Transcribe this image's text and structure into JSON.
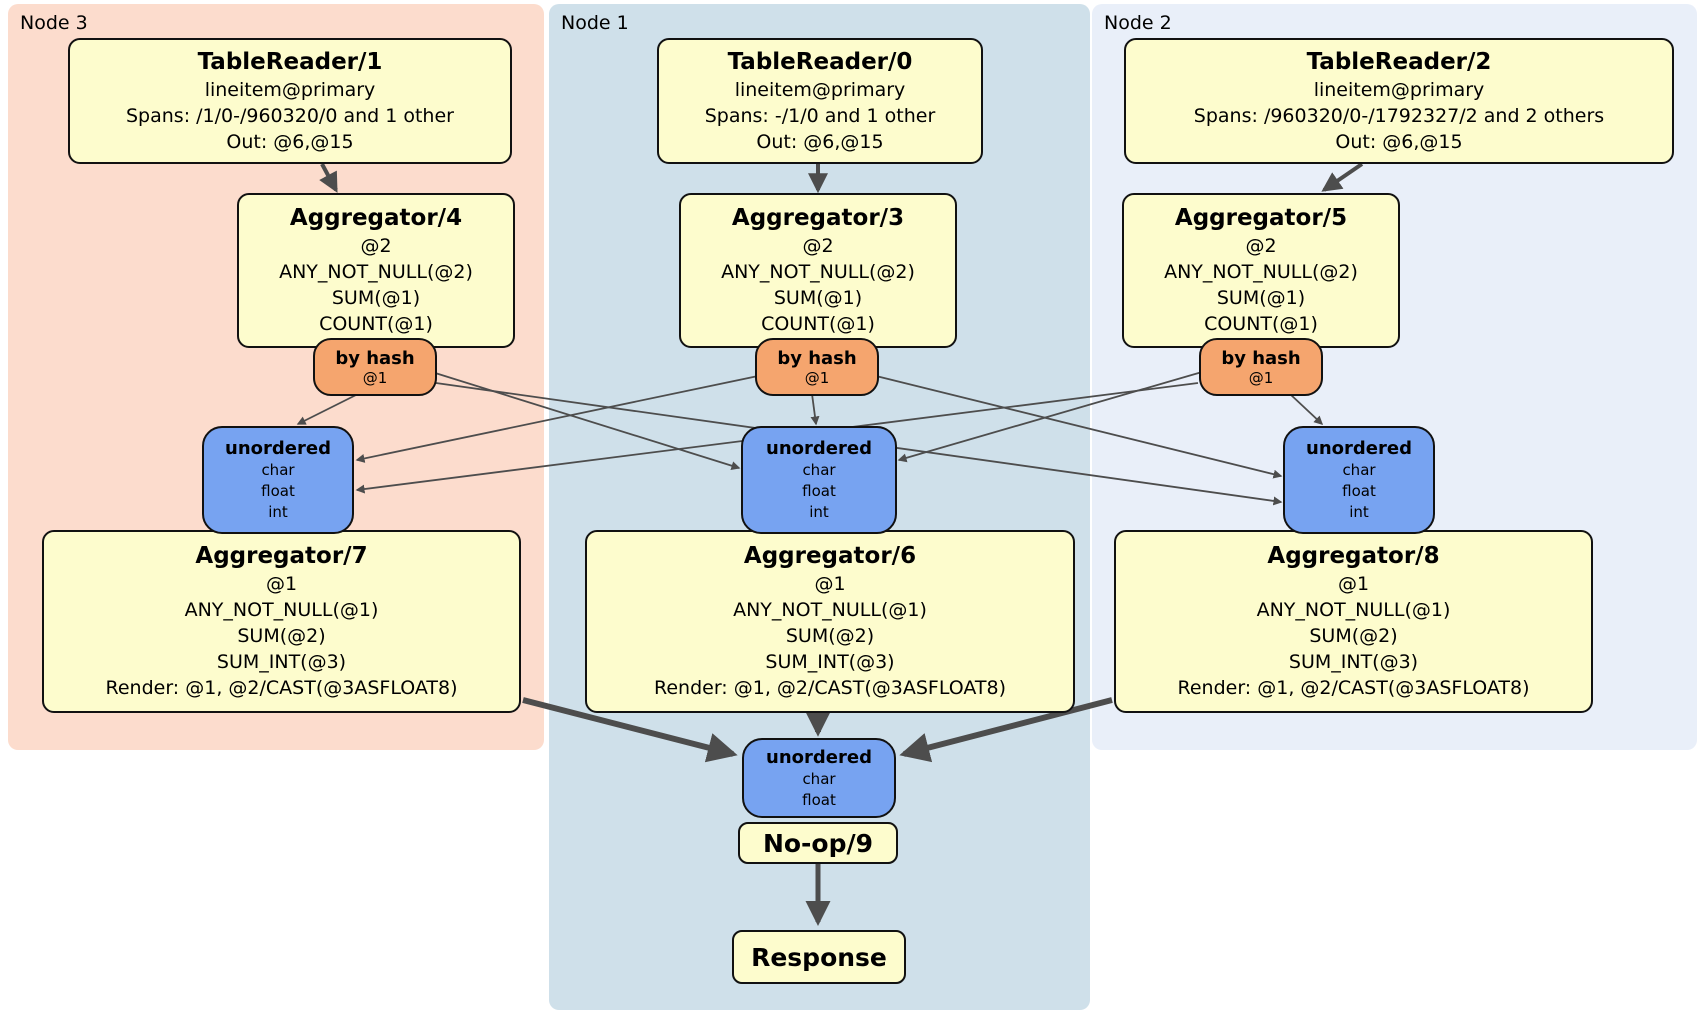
{
  "diagram_type": "distributed SQL physical plan (flow diagram)",
  "colors": {
    "node3_bg": "#fcdccd",
    "node1_bg": "#cfe0ea",
    "node2_bg": "#e9eff9",
    "box_yellow": "#fdfccd",
    "router_orange": "#f5a56e",
    "sync_blue": "#77a3f1",
    "edge": "#4d4d4d"
  },
  "node_regions": [
    {
      "label": "Node 3"
    },
    {
      "label": "Node 1"
    },
    {
      "label": "Node 2"
    }
  ],
  "processors": {
    "tr1": {
      "title": "TableReader/1",
      "lines": [
        "lineitem@primary",
        "Spans: /1/0-/960320/0 and 1 other",
        "Out: @6,@15"
      ]
    },
    "tr0": {
      "title": "TableReader/0",
      "lines": [
        "lineitem@primary",
        "Spans: -/1/0 and 1 other",
        "Out: @6,@15"
      ]
    },
    "tr2": {
      "title": "TableReader/2",
      "lines": [
        "lineitem@primary",
        "Spans: /960320/0-/1792327/2 and 2 others",
        "Out: @6,@15"
      ]
    },
    "agg4": {
      "title": "Aggregator/4",
      "lines": [
        "@2",
        "ANY_NOT_NULL(@2)",
        "SUM(@1)",
        "COUNT(@1)"
      ]
    },
    "agg3": {
      "title": "Aggregator/3",
      "lines": [
        "@2",
        "ANY_NOT_NULL(@2)",
        "SUM(@1)",
        "COUNT(@1)"
      ]
    },
    "agg5": {
      "title": "Aggregator/5",
      "lines": [
        "@2",
        "ANY_NOT_NULL(@2)",
        "SUM(@1)",
        "COUNT(@1)"
      ]
    },
    "agg7": {
      "title": "Aggregator/7",
      "lines": [
        "@1",
        "ANY_NOT_NULL(@1)",
        "SUM(@2)",
        "SUM_INT(@3)",
        "Render: @1, @2/CAST(@3ASFLOAT8)"
      ]
    },
    "agg6": {
      "title": "Aggregator/6",
      "lines": [
        "@1",
        "ANY_NOT_NULL(@1)",
        "SUM(@2)",
        "SUM_INT(@3)",
        "Render: @1, @2/CAST(@3ASFLOAT8)"
      ]
    },
    "agg8": {
      "title": "Aggregator/8",
      "lines": [
        "@1",
        "ANY_NOT_NULL(@1)",
        "SUM(@2)",
        "SUM_INT(@3)",
        "Render: @1, @2/CAST(@3ASFLOAT8)"
      ]
    },
    "router_left": {
      "title": "by hash",
      "lines": [
        "@1"
      ]
    },
    "router_center": {
      "title": "by hash",
      "lines": [
        "@1"
      ]
    },
    "router_right": {
      "title": "by hash",
      "lines": [
        "@1"
      ]
    },
    "sync_left": {
      "title": "unordered",
      "lines": [
        "char",
        "float",
        "int"
      ]
    },
    "sync_center": {
      "title": "unordered",
      "lines": [
        "char",
        "float",
        "int"
      ]
    },
    "sync_right": {
      "title": "unordered",
      "lines": [
        "char",
        "float",
        "int"
      ]
    },
    "sync_final": {
      "title": "unordered",
      "lines": [
        "char",
        "float"
      ]
    },
    "noop": {
      "title": "No-op/9"
    },
    "response": {
      "title": "Response"
    }
  }
}
